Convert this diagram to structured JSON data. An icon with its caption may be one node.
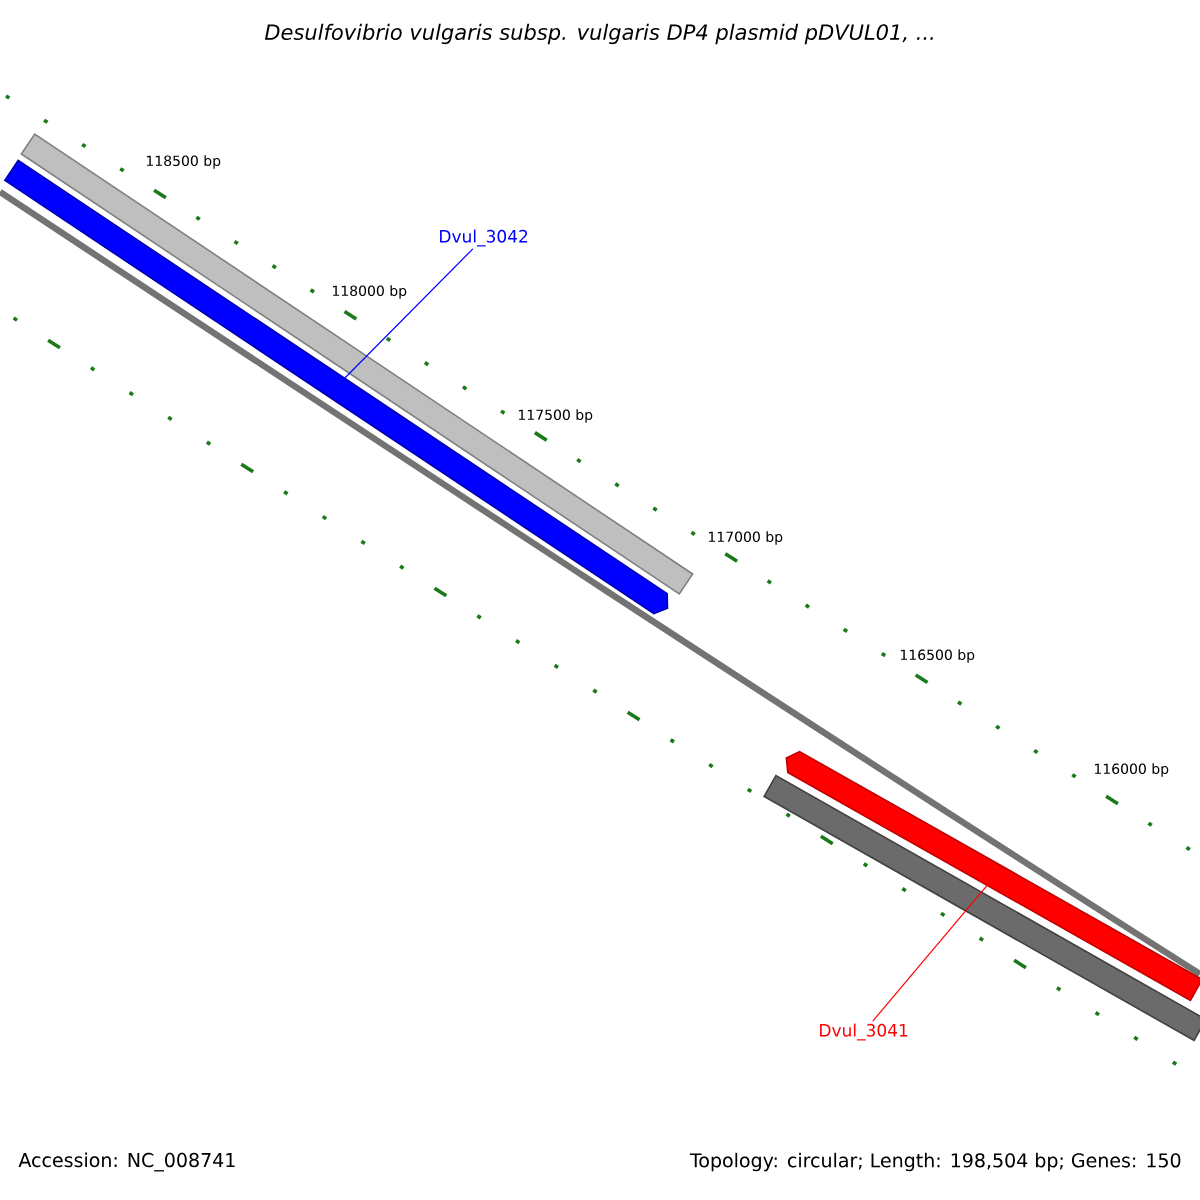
{
  "diagram": {
    "title": "Desulfovibrio vulgaris subsp. vulgaris DP4 plasmid pDVUL01, ...",
    "nodes": [
      {
        "text": [],
        "shape": "bar"
      },
      {
        "text": [],
        "shape": "bar"
      },
      {
        "text": [
          "Dvul_3042"
        ]
      },
      {
        "text": [],
        "shape": "bar"
      },
      {
        "text": [],
        "shape": "bar"
      },
      {
        "text": [
          "Dvul_3041"
        ]
      }
    ],
    "edges": [
      {
        "from": 2,
        "to": 1,
        "arrow": "none",
        "color": "#0000ff"
      },
      {
        "from": 5,
        "to": 3,
        "arrow": "none",
        "color": "#ff0000"
      }
    ],
    "labels": [
      "118500 bp",
      "118000 bp",
      "117500 bp",
      "117000 bp",
      "116500 bp",
      "116000 bp",
      "Accession: NC_008741",
      "Topology: circular; Length: 198,504 bp; Genes: 150"
    ]
  }
}
